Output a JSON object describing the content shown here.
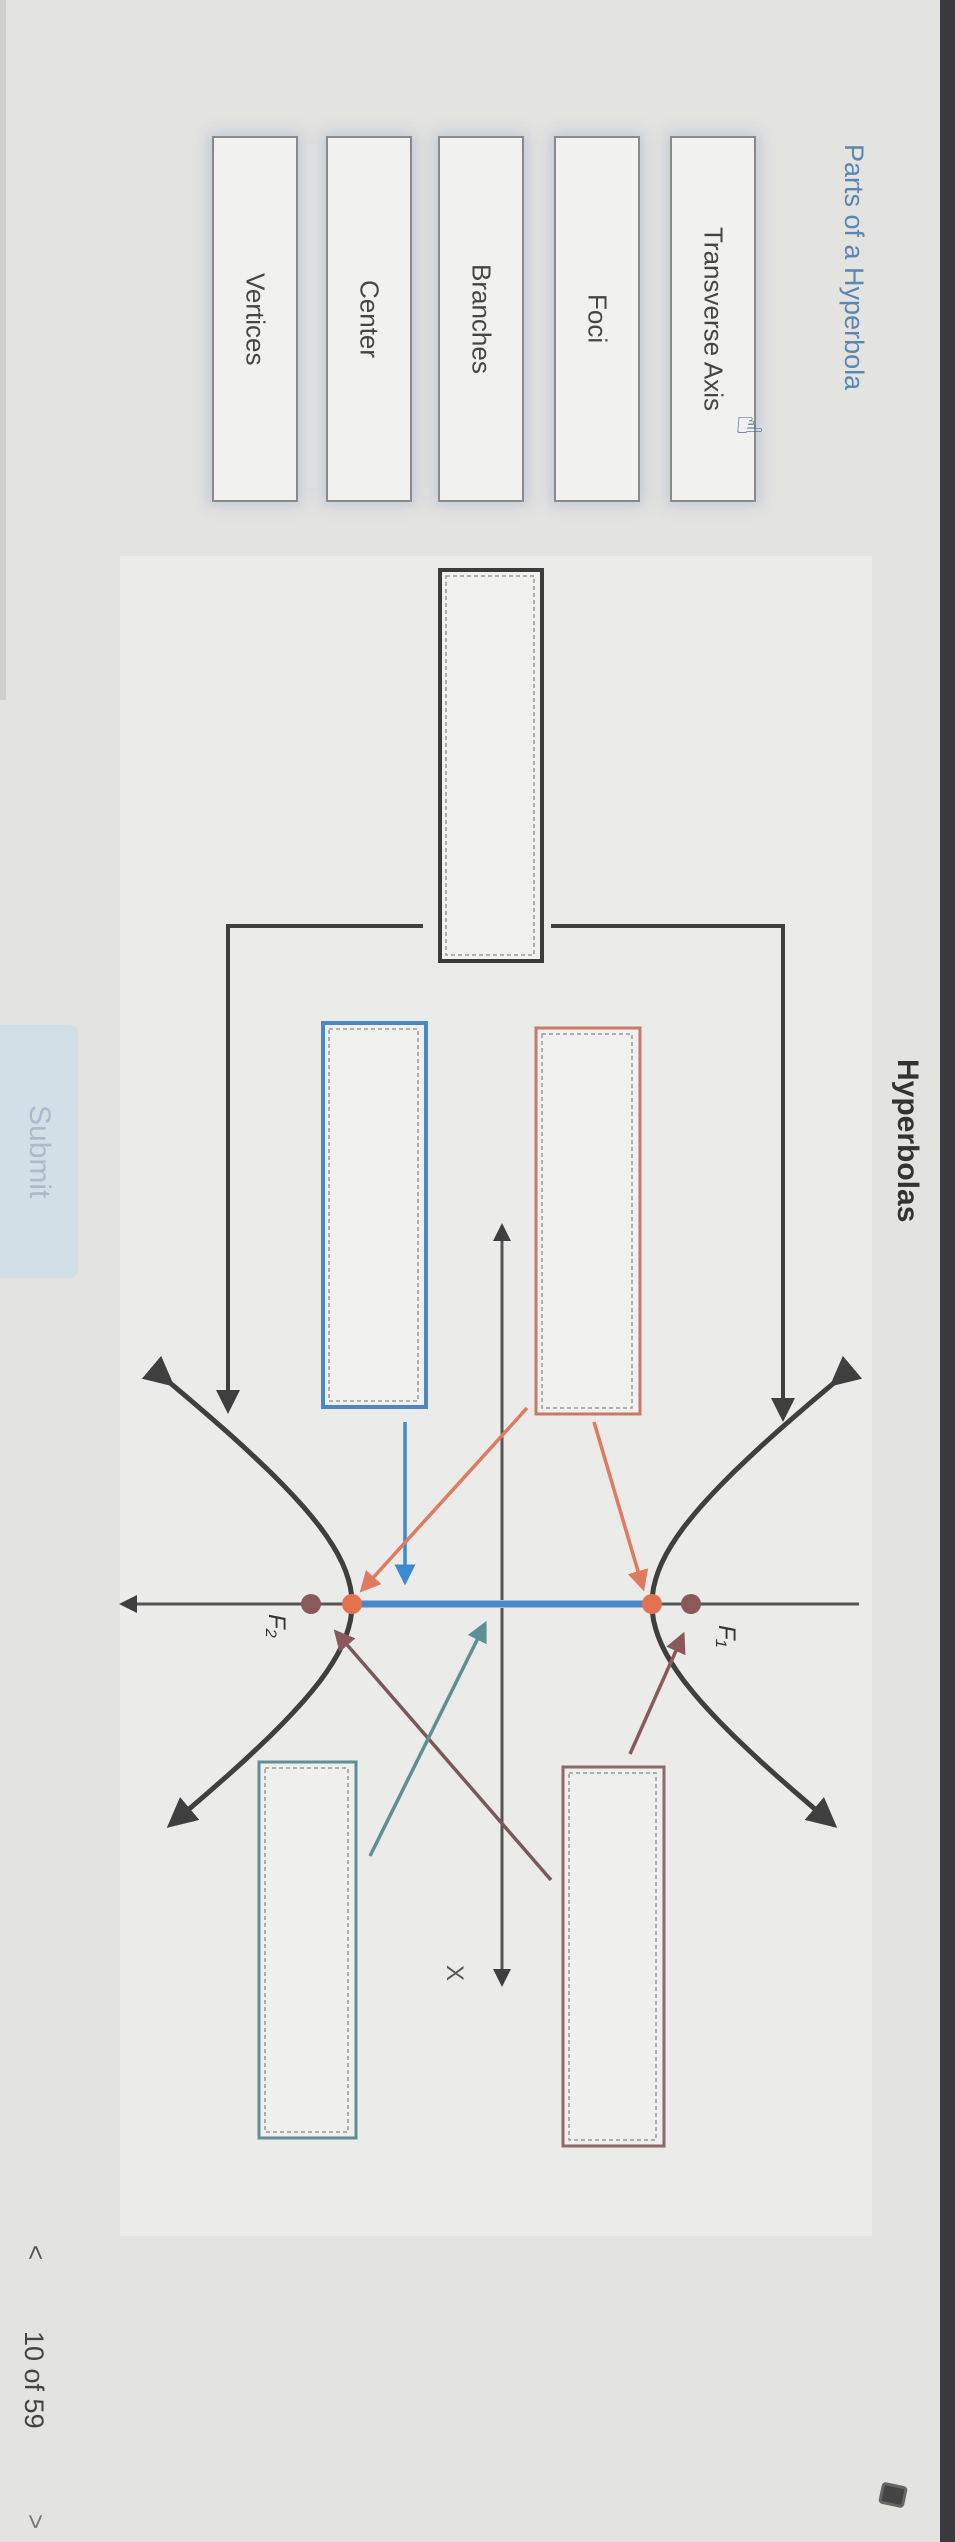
{
  "sidebar": {
    "heading": "Parts of a Hyperbola",
    "items": [
      {
        "label": "Transverse Axis"
      },
      {
        "label": "Foci"
      },
      {
        "label": "Branches"
      },
      {
        "label": "Center"
      },
      {
        "label": "Vertices"
      }
    ]
  },
  "main": {
    "title": "Hyperbolas",
    "axis_label": "X",
    "focus_labels": {
      "f1": "F₁",
      "f2": "F₂"
    },
    "drop_zones": [
      {
        "id": "branches-zone",
        "color": "#3b3b3b"
      },
      {
        "id": "foci-zone",
        "color": "#c9786a"
      },
      {
        "id": "transverse-axis-zone",
        "color": "#4a88c8"
      },
      {
        "id": "vertices-zone",
        "color": "#8c6a68"
      },
      {
        "id": "center-zone",
        "color": "#5f8f94"
      }
    ]
  },
  "footer": {
    "submit_label": "Submit",
    "prev_icon": "chevron-left-icon",
    "next_icon": "chevron-right-icon",
    "page_text": "10 of 59",
    "prev_glyph": "<",
    "next_glyph": ">"
  },
  "colors": {
    "vertex": "#e2734e",
    "focus": "#8a5a5a",
    "transverse": "#4a88c8",
    "curve": "#3f3f3f",
    "heading": "#5a86b4"
  }
}
